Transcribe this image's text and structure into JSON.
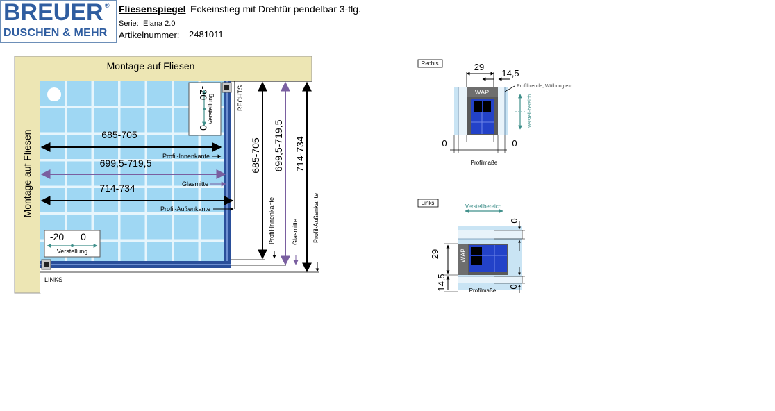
{
  "logo": {
    "brand": "BREUER",
    "registered": "®",
    "tagline": "DUSCHEN & MEHR"
  },
  "header": {
    "title": "Fliesenspiegel",
    "description": "Eckeinstieg mit Drehtür pendelbar 3-tlg.",
    "series_label": "Serie:",
    "series_value": "Elana 2.0",
    "article_label": "Artikelnummer:",
    "article_value": "2481011"
  },
  "plan": {
    "top_wall_label": "Montage auf Fliesen",
    "left_wall_label": "Montage auf Fliesen",
    "rechts_label": "RECHTS",
    "links_label": "LINKS",
    "adjust_right": {
      "min": "-20",
      "max": "0",
      "label": "Verstellung"
    },
    "adjust_left": {
      "min": "-20",
      "max": "0",
      "label": "Verstellung"
    },
    "horizontal_dims": [
      "685-705",
      "699,5-719,5",
      "714-734"
    ],
    "side_labels": [
      "Profil-Innenkante",
      "Glasmitte",
      "Profil-Außenkante"
    ],
    "vertical_dims": [
      "685-705",
      "699,5-719,5",
      "714-734"
    ],
    "vertical_labels": [
      "Profil-Innenkante",
      "Glasmitte",
      "Profil-Außenkante"
    ]
  },
  "detail_right": {
    "tag": "Rechts",
    "dim_top": "29",
    "dim_side": "14,5",
    "wap": "WAP",
    "note": "Profilblende, Wölbung etc.",
    "range_label": "Verstell-bereich",
    "zero_left": "0",
    "zero_right": "0",
    "caption": "Profilmaße"
  },
  "detail_left": {
    "tag": "Links",
    "range_label": "Verstellbereich",
    "dim_29": "29",
    "dim_145": "14,5",
    "wap": "WAP",
    "zero_top": "0",
    "zero_bottom": "0",
    "caption": "Profilmaße"
  },
  "colors": {
    "wall": "#ede6b4",
    "tile": "#9fd7f3",
    "grout": "#e6f5fc",
    "profile": "#2a4f9a",
    "brand": "#2f5da0",
    "violet": "#7a5fa0"
  }
}
